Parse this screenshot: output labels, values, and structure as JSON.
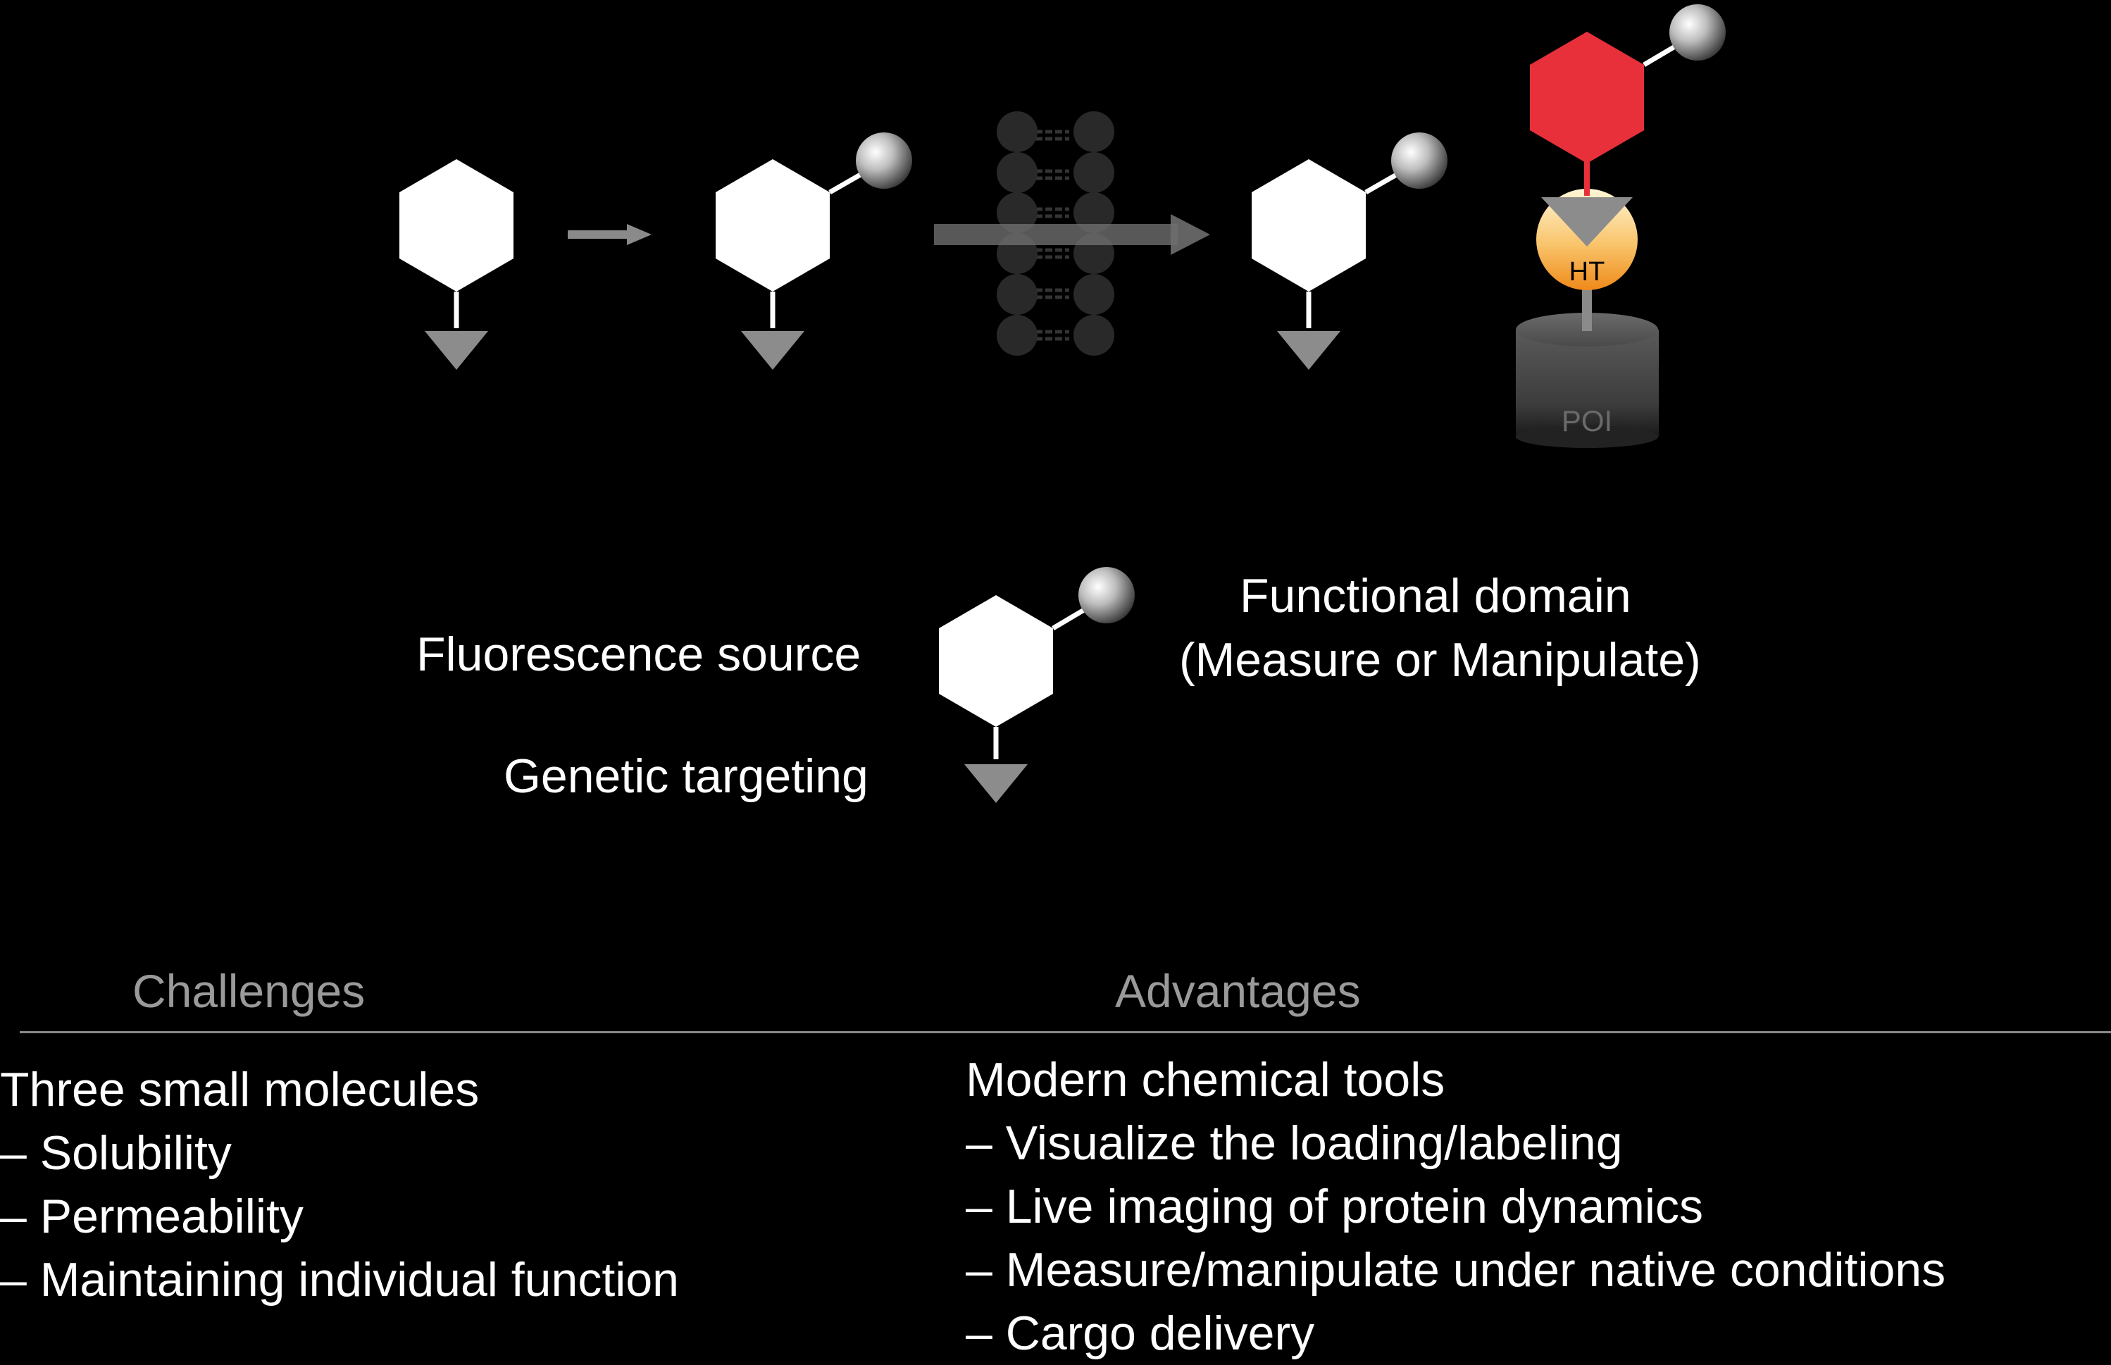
{
  "diagram": {
    "ht_label": "HT",
    "poi_label": "POI",
    "colors": {
      "background": "#000000",
      "molecule": "#ffffff",
      "functional_domain_red": "#e8303a",
      "ht_gradient_top": "#fff3c8",
      "ht_gradient_bottom": "#f08a1c",
      "targeting_triangle": "#8c8c8c",
      "poi_cylinder": "#4a4a4a",
      "dna_bead": "#2e2e2e"
    }
  },
  "legend": {
    "fluorescence_source": "Fluorescence source",
    "genetic_targeting": "Genetic targeting",
    "functional_domain_line1": "Functional domain",
    "functional_domain_line2": "(Measure or Manipulate)"
  },
  "challenges": {
    "header": "Challenges",
    "lines": [
      "Three small molecules",
      "– Solubility",
      "– Permeability",
      "– Maintaining individual function"
    ]
  },
  "advantages": {
    "header": "Advantages",
    "lines": [
      "Modern chemical tools",
      "– Visualize the loading/labeling",
      "– Live imaging of protein dynamics",
      "– Measure/manipulate under native conditions",
      "– Cargo delivery"
    ]
  }
}
